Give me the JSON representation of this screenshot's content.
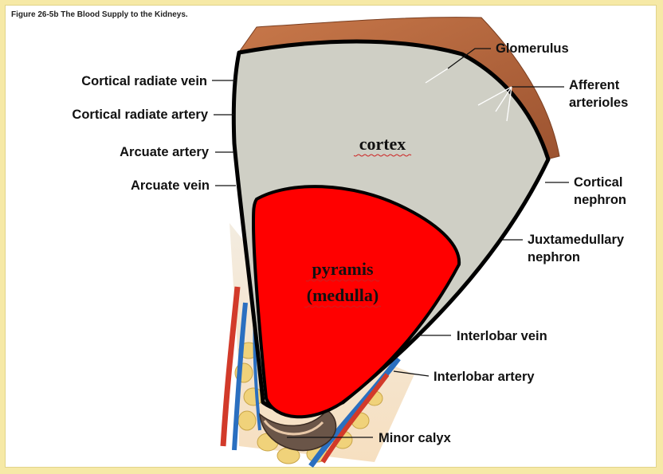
{
  "figure": {
    "title": "Figure 26-5b The Blood  Supply to the Kidneys."
  },
  "regions": {
    "cortex": "cortex",
    "pyramis_line1": "pyramis",
    "pyramis_line2": "(medulla)"
  },
  "labels": {
    "left": {
      "cortical_radiate_vein": "Cortical radiate vein",
      "cortical_radiate_artery": "Cortical radiate artery",
      "arcuate_artery": "Arcuate artery",
      "arcuate_vein": "Arcuate vein"
    },
    "right": {
      "glomerulus": "Glomerulus",
      "afferent_1": "Afferent",
      "afferent_2": "arterioles",
      "cortical_nephron_1": "Cortical",
      "cortical_nephron_2": "nephron",
      "juxta_1": "Juxtamedullary",
      "juxta_2": "nephron",
      "interlobar_vein": "Interlobar vein",
      "interlobar_artery": "Interlobar artery",
      "minor_calyx": "Minor calyx"
    }
  },
  "colors": {
    "background": "#f6e9a6",
    "capsule": "#b2643a",
    "cortex": "#cfcfc5",
    "medulla": "#ff0000",
    "artery": "#d23a2a",
    "vein": "#2a6fc0",
    "fat": "#f0d27a"
  }
}
